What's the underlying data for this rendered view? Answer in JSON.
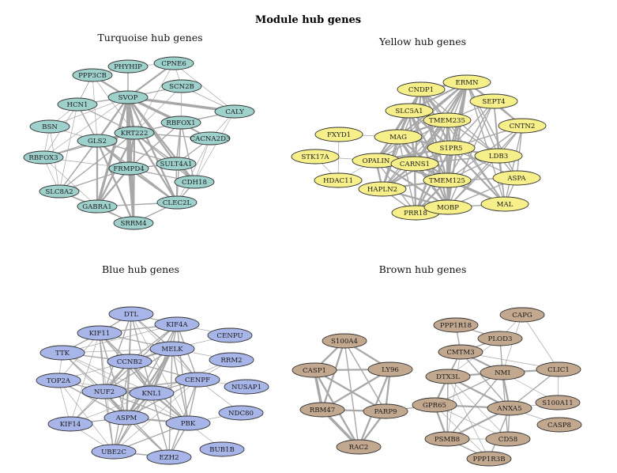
{
  "title": "Module hub genes",
  "colors": {
    "turquoise": "#9fd1cc",
    "yellow": "#f6ef8a",
    "blue": "#a8b5e8",
    "brown": "#c3a890",
    "edge": "#a8a8a8"
  },
  "panels": [
    {
      "key": "turquoise",
      "title": "Turquoise hub genes",
      "nodes": [
        "PHYHIP",
        "CPNE6",
        "PPP3CB",
        "SCN2B",
        "SVOP",
        "HCN1",
        "CALY",
        "BSN",
        "RBFOX1",
        "GLS2",
        "KRT222",
        "CACNA2D3",
        "RBFOX3",
        "SULT4A1",
        "FRMPD4",
        "CDH18",
        "SLC8A2",
        "CLEC2L",
        "GABRA1",
        "SRRM4"
      ]
    },
    {
      "key": "yellow",
      "title": "Yellow hub genes",
      "nodes": [
        "ERMN",
        "CNDP1",
        "SEPT4",
        "SLC5A1",
        "TMEM235",
        "CNTN2",
        "FXYD1",
        "MAG",
        "S1PR5",
        "STK17A",
        "OPALIN",
        "CARNS1",
        "LDB3",
        "HDAC11",
        "TMEM125",
        "ASPA",
        "HAPLN2",
        "PRR18",
        "MOBP",
        "MAL"
      ]
    },
    {
      "key": "blue",
      "title": "Blue hub genes",
      "nodes": [
        "DTL",
        "KIF4A",
        "KIF11",
        "CENPU",
        "MELK",
        "TTK",
        "CCNB2",
        "RRM2",
        "CENPF",
        "TOP2A",
        "NUSAP1",
        "NUF2",
        "KNL1",
        "NDC80",
        "ASPM",
        "KIF14",
        "PBK",
        "UBE2C",
        "EZH2",
        "BUB1B"
      ]
    },
    {
      "key": "brown",
      "title": "Brown hub genes",
      "nodes": [
        "CAPG",
        "PPP1R18",
        "PLOD3",
        "S100A4",
        "CMTM3",
        "CASP1",
        "LY96",
        "NMI",
        "CLIC1",
        "DTX3L",
        "S100A11",
        "RBM47",
        "PARP9",
        "GPR65",
        "ANXA5",
        "CASP8",
        "PSMB8",
        "CD58",
        "RAC2",
        "PPP1R3B"
      ]
    }
  ]
}
